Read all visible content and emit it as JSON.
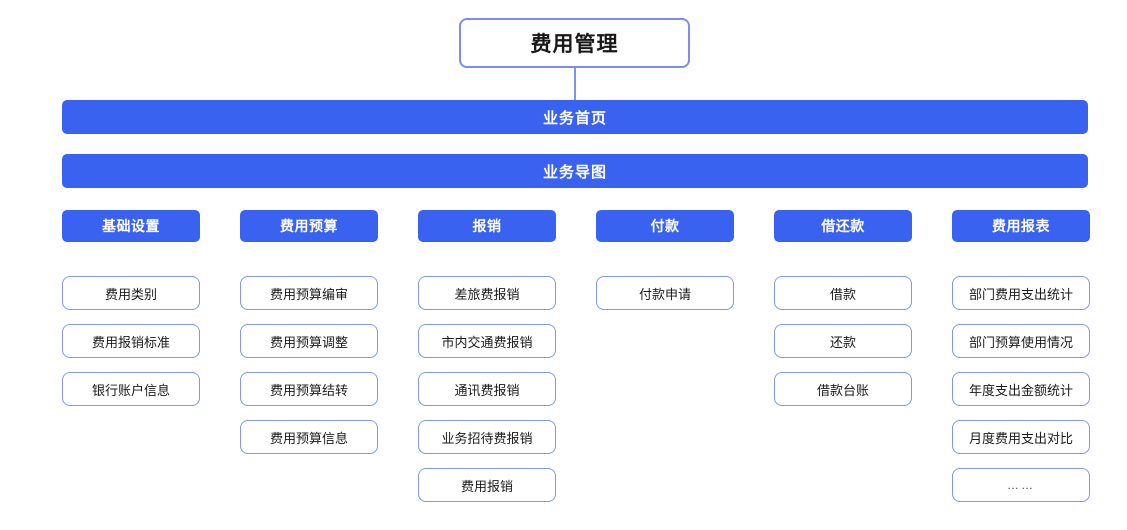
{
  "diagram": {
    "root": {
      "label": "费用管理"
    },
    "bars": [
      {
        "id": "business-home",
        "label": "业务首页"
      },
      {
        "id": "business-map",
        "label": "业务导图"
      }
    ],
    "colors": {
      "bar_fill": "#3A62F0",
      "bar_text": "#FFFFFF",
      "box_border": "#8095F5",
      "root_border": "#7B8EF0",
      "connector": "#7B96E8",
      "page_background": "#FFFFFF",
      "item_text": "#1A1A1A"
    },
    "columns": [
      {
        "id": "basic-settings",
        "header": "基础设置",
        "items": [
          "费用类别",
          "费用报销标准",
          "银行账户信息"
        ]
      },
      {
        "id": "expense-budget",
        "header": "费用预算",
        "items": [
          "费用预算编审",
          "费用预算调整",
          "费用预算结转",
          "费用预算信息"
        ]
      },
      {
        "id": "reimbursement",
        "header": "报销",
        "items": [
          "差旅费报销",
          "市内交通费报销",
          "通讯费报销",
          "业务招待费报销",
          "费用报销"
        ]
      },
      {
        "id": "payment",
        "header": "付款",
        "items": [
          "付款申请"
        ]
      },
      {
        "id": "loan-repayment",
        "header": "借还款",
        "items": [
          "借款",
          "还款",
          "借款台账"
        ]
      },
      {
        "id": "expense-report",
        "header": "费用报表",
        "items": [
          "部门费用支出统计",
          "部门预算使用情况",
          "年度支出金额统计",
          "月度费用支出对比",
          "……"
        ]
      }
    ]
  }
}
